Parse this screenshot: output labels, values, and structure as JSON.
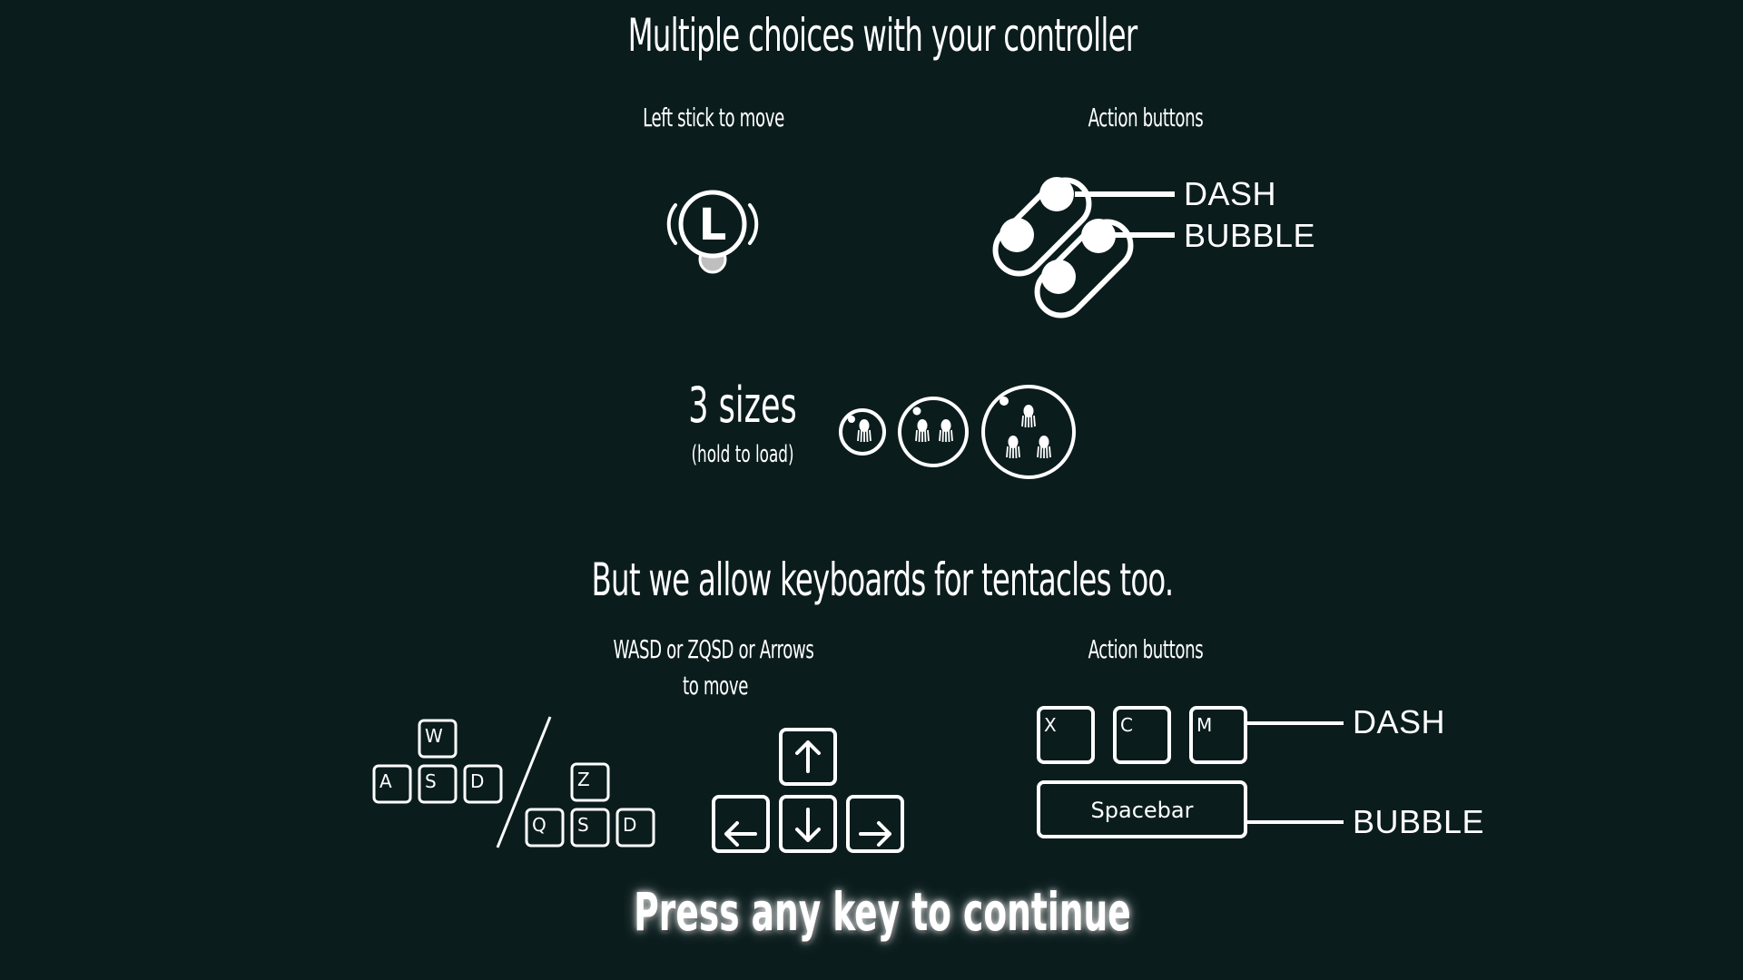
{
  "headings": {
    "controller_title": "Multiple choices with your controller",
    "keyboard_title": "But we allow keyboards for tentacles too.",
    "continue_prompt": "Press any key to continue"
  },
  "controller": {
    "move_caption": "Left stick to move",
    "stick_letter": "L",
    "actions_caption": "Action buttons",
    "dash_label": "DASH",
    "bubble_label": "BUBBLE"
  },
  "sizes": {
    "title": "3 sizes",
    "hint": "(hold to load)"
  },
  "keyboard": {
    "move_caption_line1": "WASD or ZQSD or Arrows",
    "move_caption_line2": "to move",
    "actions_caption": "Action buttons",
    "wasd_keys": [
      "W",
      "A",
      "S",
      "D"
    ],
    "zqsd_keys": [
      "Z",
      "Q",
      "S",
      "D"
    ],
    "dash_keys": [
      "X",
      "C",
      "M"
    ],
    "spacebar_label": "Spacebar",
    "dash_label": "DASH",
    "bubble_label": "BUBBLE"
  },
  "colors": {
    "background": "#0b1c1d",
    "foreground": "#ffffff"
  }
}
